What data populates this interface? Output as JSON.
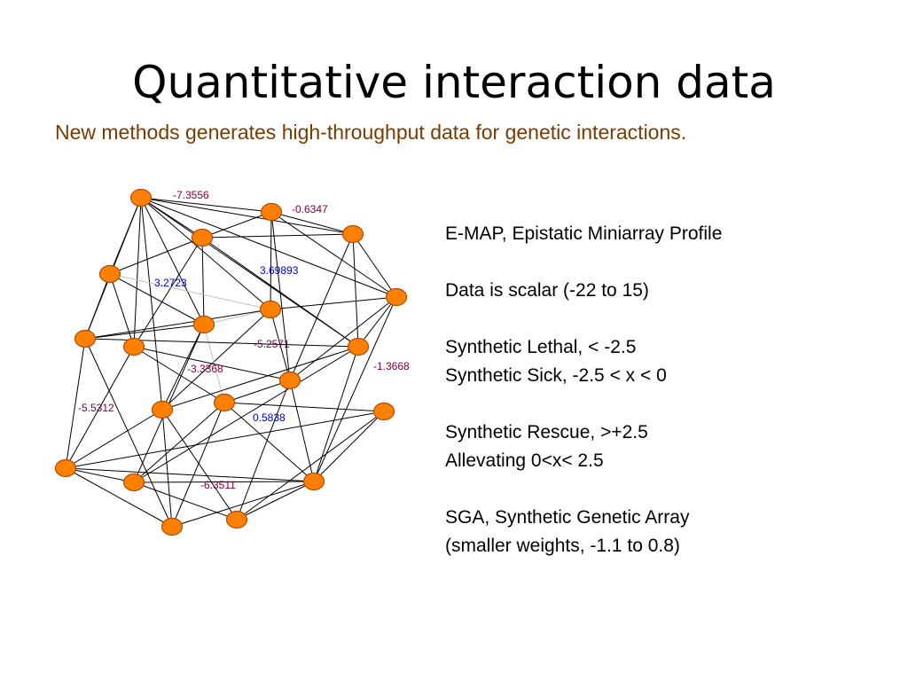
{
  "slide": {
    "title": "Quantitative interaction data",
    "subtitle": "New methods generates high-throughput data for genetic interactions."
  },
  "notes": [
    [
      "E-MAP, Epistatic Miniarray Profile"
    ],
    [
      "Data is scalar (-22 to 15)"
    ],
    [
      "Synthetic Lethal, < -2.5",
      "Synthetic Sick, -2.5 < x < 0"
    ],
    [
      "Synthetic Rescue, >+2.5",
      "Allevating 0<x< 2.5"
    ],
    [
      "SGA, Synthetic Genetic Array",
      "(smaller weights, -1.1 to 0.8)"
    ]
  ],
  "colors": {
    "node_fill": "#ff7f00",
    "node_stroke": "#b34a00",
    "negative_weight": "#800040",
    "positive_weight": "#0000cc",
    "subtitle": "#7a3b00"
  },
  "graph": {
    "edge_weights": [
      {
        "label": "-7.3556",
        "sign": "negative"
      },
      {
        "label": "-0.6347",
        "sign": "negative"
      },
      {
        "label": "3.69893",
        "sign": "positive"
      },
      {
        "label": "3.2723",
        "sign": "positive"
      },
      {
        "label": "-5.2571",
        "sign": "negative"
      },
      {
        "label": "-1.3668",
        "sign": "negative"
      },
      {
        "label": "-3.3368",
        "sign": "negative"
      },
      {
        "label": "-5.5312",
        "sign": "negative"
      },
      {
        "label": "0.5838",
        "sign": "positive"
      },
      {
        "label": "-6.3511",
        "sign": "negative"
      }
    ]
  }
}
